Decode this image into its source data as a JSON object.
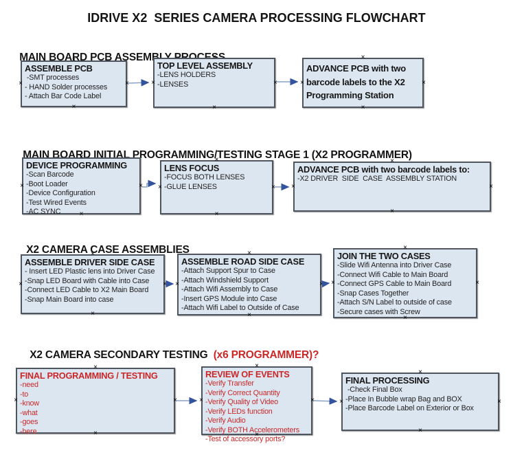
{
  "title": "IDRIVE X2  SERIES CAMERA PROCESSING FLOWCHART",
  "colors": {
    "box_fill": "#dce6f1",
    "red_text": "#cb2727",
    "box_border": "#4e555e",
    "arrow_line": "#8aa2c4",
    "arrow_head": "#33539c"
  },
  "sections": [
    {
      "heading": "MAIN BOARD PCB ASSEMBLY PROCESS",
      "heading_suffix": "",
      "boxes": [
        {
          "title": "ASSEMBLE PCB",
          "items": [
            " -SMT processes",
            "- HAND Solder processes",
            "- Attach Bar Code Label"
          ]
        },
        {
          "title": "TOP LEVEL ASSEMBLY",
          "items": [
            "-LENS HOLDERS",
            "-LENSES"
          ]
        },
        {
          "title": "ADVANCE PCB with two barcode labels to the  X2 Programming Station",
          "items": []
        }
      ]
    },
    {
      "heading": "MAIN BOARD INITIAL PROGRAMMING/TESTING STAGE 1 (X2 PROGRAMMER)",
      "heading_suffix": "",
      "boxes": [
        {
          "title": "DEVICE PROGRAMMING",
          "items": [
            "-Scan Barcode",
            "-Boot Loader",
            "-Device Configuration",
            "-Test Wired Events",
            "-AC SYNC"
          ]
        },
        {
          "title": "LENS FOCUS",
          "items": [
            "-FOCUS BOTH LENSES",
            "-GLUE LENSES"
          ]
        },
        {
          "title": "ADVANCE PCB with two barcode labels to:",
          "items": [
            "-X2 DRIVER  SIDE  CASE  ASSEMBLY STATION"
          ]
        }
      ]
    },
    {
      "heading": "X2 CAMERA CASE ASSEMBLIES",
      "heading_suffix": "",
      "boxes": [
        {
          "title": "ASSEMBLE DRIVER SIDE CASE",
          "items": [
            "- Insert LED Plastic lens into Driver Case",
            "-Snap LED Board with Cable into Case",
            "-Connect LED Cable to X2 Main Board",
            "-Snap Main Board into case"
          ]
        },
        {
          "title": "ASSEMBLE ROAD SIDE CASE",
          "items": [
            "-Attach Support Spur to Case",
            "-Attach Windshield Support",
            "-Attach Wifi Assembly to Case",
            "-Insert GPS Module into Case",
            "-Attach Wifi Label to Outside of Case"
          ]
        },
        {
          "title": "JOIN THE TWO CASES",
          "items": [
            "-Slide Wifi Antenna into Driver Case",
            "-Connect Wifi Cable to Main Board",
            "-Connect GPS Cable to Main Board",
            "-Snap Cases Together",
            "-Attach S/N Label to outside of case",
            "-Secure cases with Screw"
          ]
        }
      ]
    },
    {
      "heading": "X2 CAMERA SECONDARY TESTING ",
      "heading_suffix": " (x6 PROGRAMMER)?",
      "boxes": [
        {
          "title": "FINAL PROGRAMMING / TESTING",
          "items": [
            "-need",
            "-to",
            "-know",
            "-what",
            "-goes",
            "-here"
          ]
        },
        {
          "title": "REVIEW OF EVENTS",
          "items": [
            "-Verify Transfer",
            "-Verify Correct Quantity",
            "-Verify Quality of Video",
            "-Verify LEDs function",
            "-Verify Audio",
            "-Verify BOTH Accelerometers",
            "-Test of accessory ports?"
          ]
        },
        {
          "title": "FINAL PROCESSING",
          "items": [
            " -Check Final Box",
            "-Place In Bubble wrap Bag and BOX",
            "-Place Barcode Label on Exterior or Box"
          ]
        }
      ]
    }
  ]
}
